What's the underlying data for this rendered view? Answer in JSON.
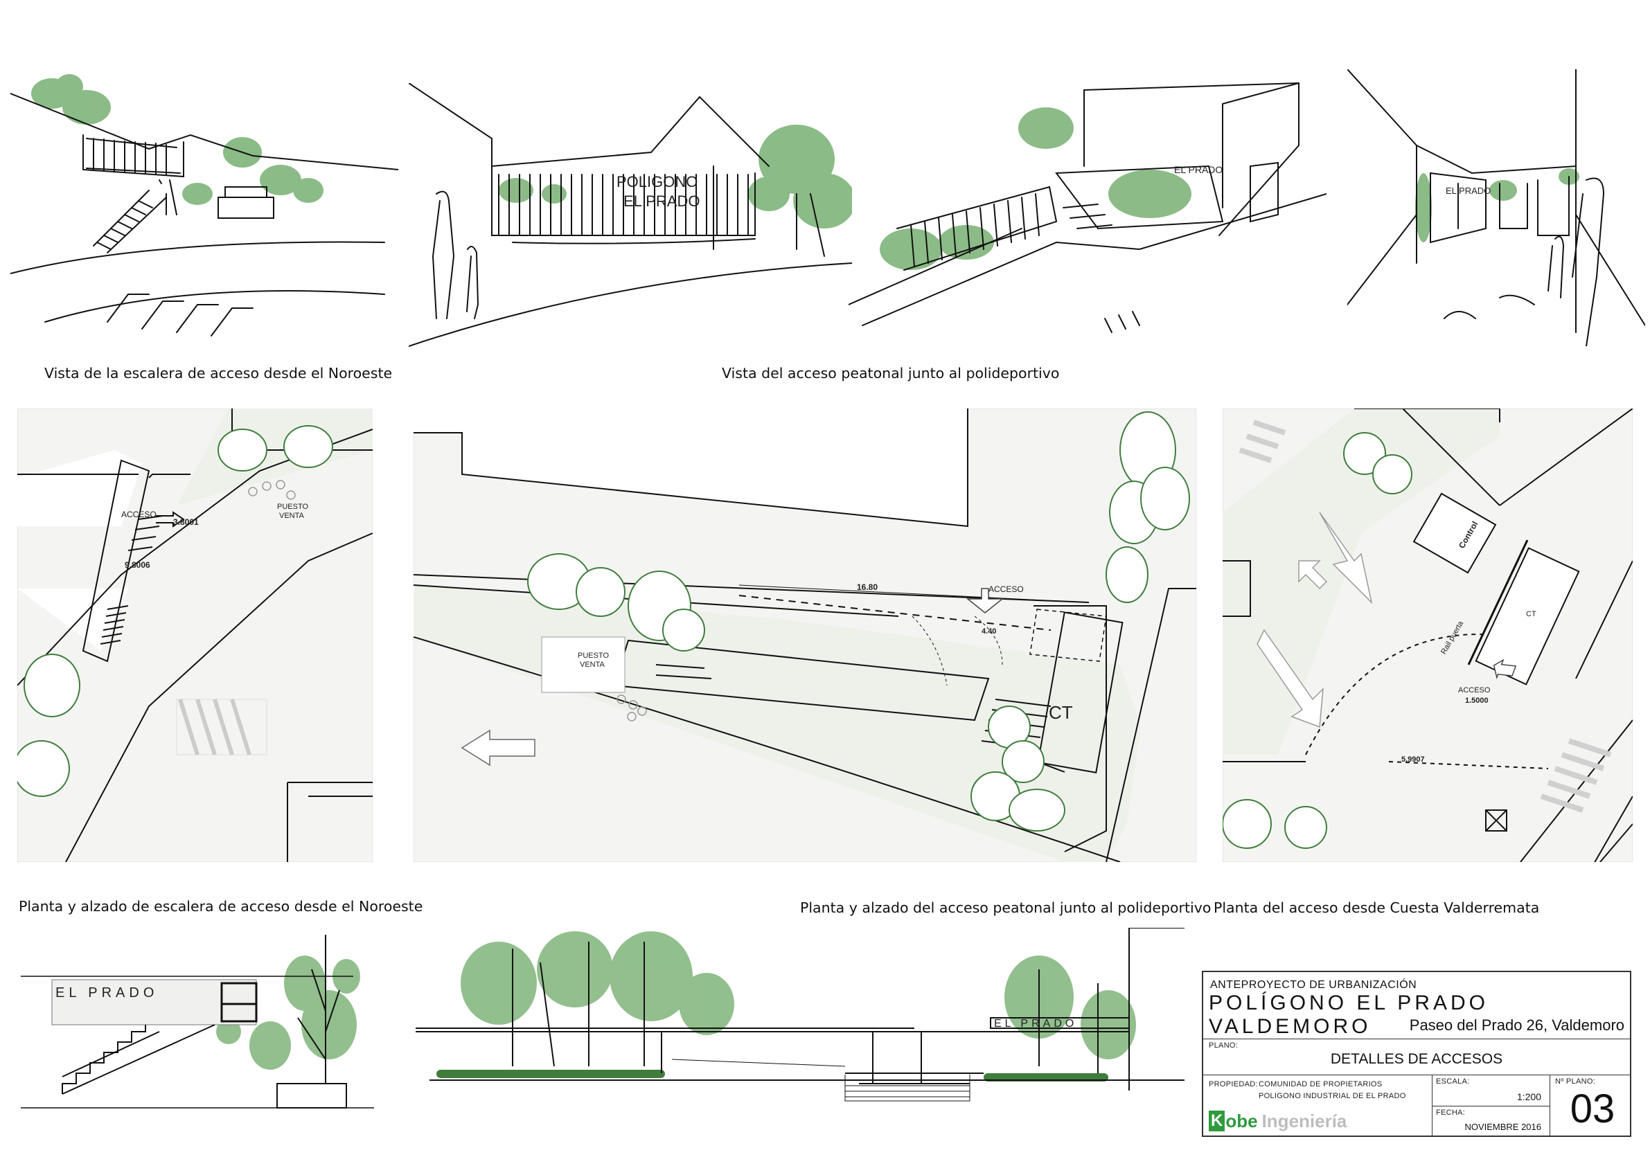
{
  "colors": {
    "green": "#7fb47a",
    "dark_green": "#3f7d3c",
    "line": "#111111",
    "paving": "#eef1ea",
    "brand_green": "#2f9a3e",
    "brand_grey": "#bdbdbd"
  },
  "captions": {
    "sketch_noroeste": "Vista de la escalera de acceso desde el Noroeste",
    "sketch_polideportivo": "Vista del acceso peatonal junto al polideportivo",
    "plan_noroeste": "Planta y alzado de escalera de acceso desde el Noroeste",
    "plan_polideportivo": "Planta y alzado del acceso peatonal junto al polideportivo",
    "plan_valderremata": "Planta del acceso desde Cuesta Valderremata"
  },
  "plan_labels": {
    "left": {
      "acceso": "ACCESO",
      "dim_width": "3.8001",
      "dim_length": "9.8006",
      "puesto": "PUESTO",
      "venta": "VENTA"
    },
    "center": {
      "acceso": "ACCESO",
      "dim_length": "16.80",
      "dim_width": "4.40",
      "puesto": "PUESTO",
      "venta": "VENTA",
      "ct": "CT"
    },
    "right": {
      "control": "Control",
      "ct": "CT",
      "rail": "Rail puerta",
      "acceso": "ACCESO",
      "dim_width": "1.5000",
      "dim_length": "5.9907"
    }
  },
  "sketch_labels": {
    "gate_sign_1": "POLIGONO",
    "gate_sign_2": "EL PRADO",
    "sign_top": "EL PRADO",
    "sign_right": "EL PRADO"
  },
  "elevation_labels": {
    "left_sign": "EL PRADO",
    "center_sign": "EL PRADO"
  },
  "title_block": {
    "project_type": "ANTEPROYECTO DE URBANIZACIÓN",
    "project_name": "POLÍGONO EL PRADO VALDEMORO",
    "address": "Paseo del Prado 26, Valdemoro",
    "plano_label": "PLANO:",
    "plano_title": "DETALLES DE ACCESOS",
    "propiedad_label": "PROPIEDAD:",
    "propiedad_line1": "COMUNIDAD DE PROPIETARIOS",
    "propiedad_line2": "POLIGONO INDUSTRIAL DE EL PRADO",
    "escala_label": "ESCALA:",
    "escala_value": "1:200",
    "fecha_label": "FECHA:",
    "fecha_value": "NOVIEMBRE 2016",
    "plano_num_label": "Nº PLANO:",
    "plano_num": "03",
    "logo_k": "K",
    "logo_obe": "obe",
    "logo_ingenieria": "Ingeniería"
  }
}
